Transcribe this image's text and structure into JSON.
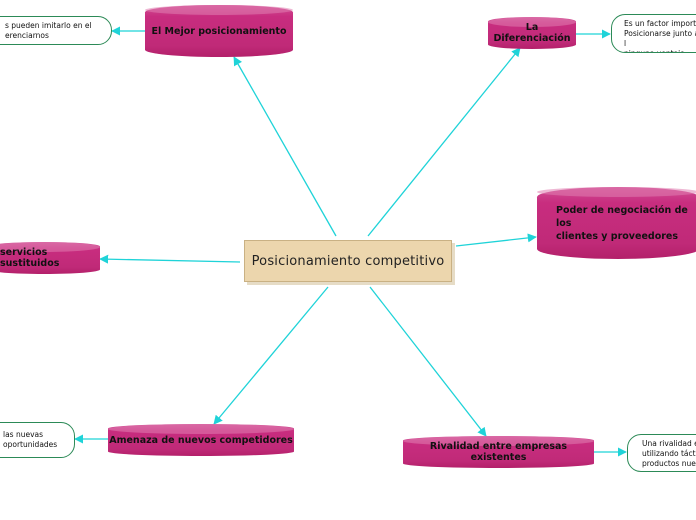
{
  "center": {
    "label": "Posicionamiento competitivo"
  },
  "nodes": {
    "mejor": {
      "label": "El Mejor posicionamiento"
    },
    "diferenciacion": {
      "label": "La Diferenciación"
    },
    "poder": {
      "label": "Poder de negociación de los\nclientes y proveedores"
    },
    "sustitutos": {
      "label": "servicios sustituidos"
    },
    "amenaza": {
      "label": "Amenaza de nuevos competidores"
    },
    "rivalidad": {
      "label": "Rivalidad entre empresas existentes"
    }
  },
  "notes": {
    "mejor": "s pueden imitarlo en el\nerenciarnos",
    "diferenciacion": "Es un factor importa\nPosicionarse junto a l\nninguna ventaja",
    "amenaza": "las nuevas\noportunidades",
    "rivalidad": "Una rivalidad en\nutilizando táctic\nproductos nuev"
  },
  "colors": {
    "node_fill": "#c42b7c",
    "edge": "#1fd3d8",
    "center_fill": "#ecd6ad",
    "note_border": "#2c8a57"
  }
}
